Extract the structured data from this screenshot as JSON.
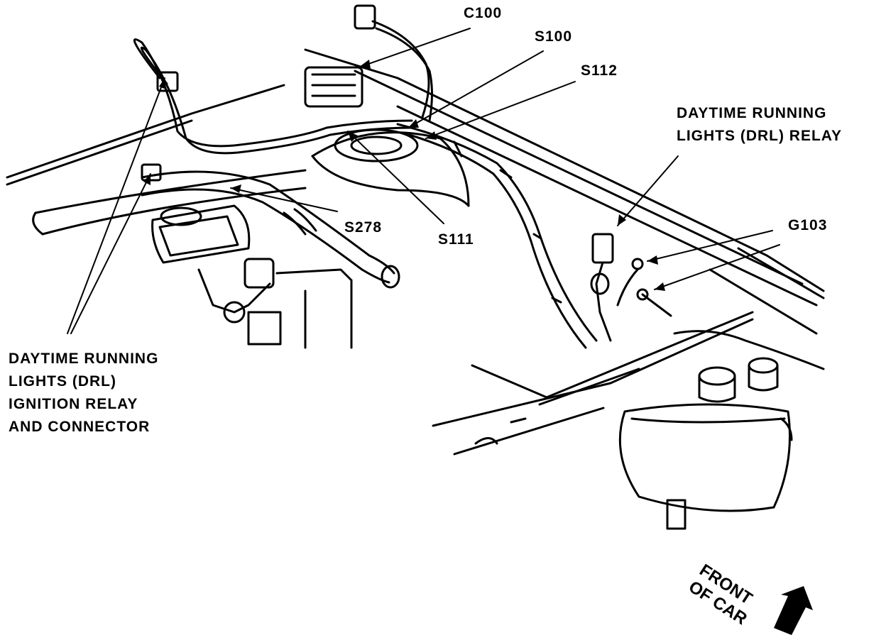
{
  "labels": {
    "c100": "C100",
    "s100": "S100",
    "s112": "S112",
    "s278": "S278",
    "s111": "S111",
    "g103": "G103",
    "drl_relay": [
      "DAYTIME RUNNING",
      "LIGHTS (DRL) RELAY"
    ],
    "drl_ignition_relay": [
      "DAYTIME RUNNING",
      "LIGHTS (DRL)",
      "IGNITION RELAY",
      "AND CONNECTOR"
    ],
    "front_of_car": [
      "FRONT",
      "OF CAR"
    ]
  },
  "colors": {
    "ink": "#000000",
    "paper": "#ffffff"
  }
}
